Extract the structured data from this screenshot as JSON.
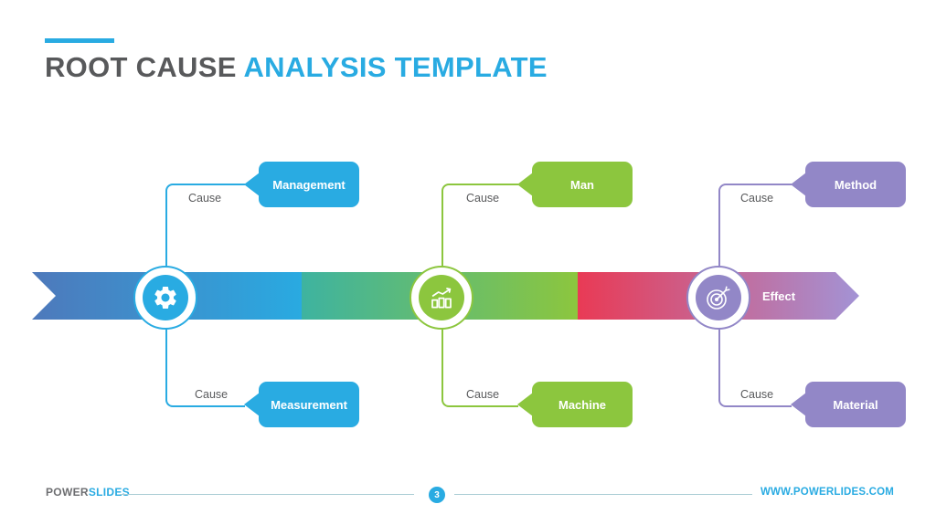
{
  "title": {
    "part1": "ROOT CAUSE ",
    "part2": "ANALYSIS TEMPLATE"
  },
  "diagram": {
    "cause_label": "Cause",
    "effect_label": "Effect",
    "groups": [
      {
        "id": "management",
        "color": "#29abe2",
        "icon": "gear-icon",
        "top_box": "Management",
        "bottom_box": "Measurement"
      },
      {
        "id": "man",
        "color": "#8cc63e",
        "icon": "bar-chart-icon",
        "top_box": "Man",
        "bottom_box": "Machine"
      },
      {
        "id": "method",
        "color": "#9287c7",
        "icon": "target-icon",
        "top_box": "Method",
        "bottom_box": "Material"
      }
    ],
    "band": {
      "segments": [
        {
          "from": "#4e79bb",
          "to": "#29aae1"
        },
        {
          "from": "#3eb3a0",
          "to": "#8cc63e"
        },
        {
          "from": "#e93a55",
          "to": "#a393d5"
        }
      ]
    }
  },
  "footer": {
    "logo_part1": "POWER",
    "logo_part2": "SLIDES",
    "page_number": "3",
    "website": "WWW.POWERLIDES.COM"
  },
  "colors": {
    "accent_blue": "#29abe2",
    "title_gray": "#58595b",
    "green": "#8cc63e",
    "purple": "#9287c7"
  }
}
